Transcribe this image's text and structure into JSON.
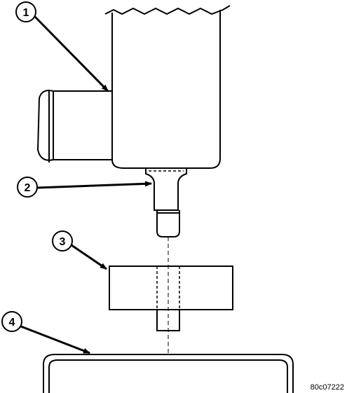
{
  "callouts": [
    {
      "number": "1"
    },
    {
      "number": "2"
    },
    {
      "number": "3"
    },
    {
      "number": "4"
    }
  ],
  "figure_code": "80c07222"
}
